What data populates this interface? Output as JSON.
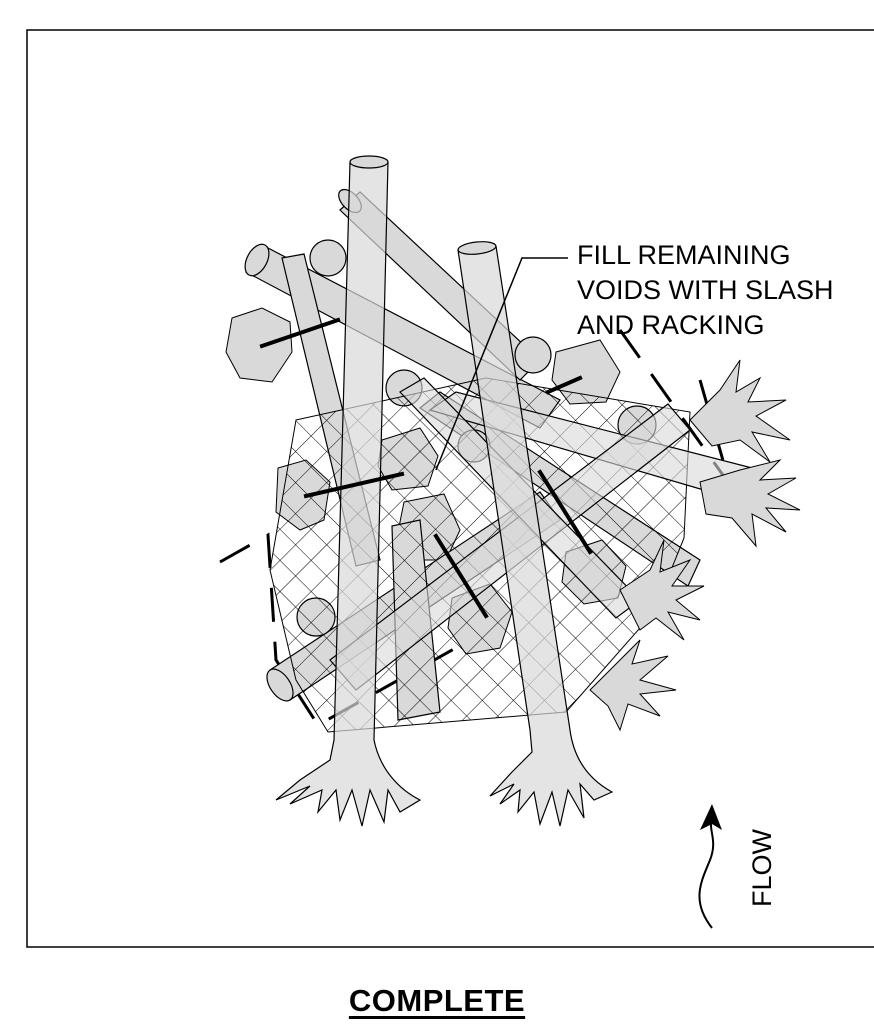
{
  "callout": {
    "lines": [
      "FILL REMAINING",
      "VOIDS WITH SLASH",
      "AND RACKING"
    ]
  },
  "flow": {
    "label": "FLOW"
  },
  "caption": {
    "title": "COMPLETE"
  },
  "colors": {
    "log_fill": "#d9d9d9",
    "outline": "#000000",
    "background": "#ffffff"
  },
  "icons": {
    "flow_arrow": "flow-arrow-icon"
  }
}
